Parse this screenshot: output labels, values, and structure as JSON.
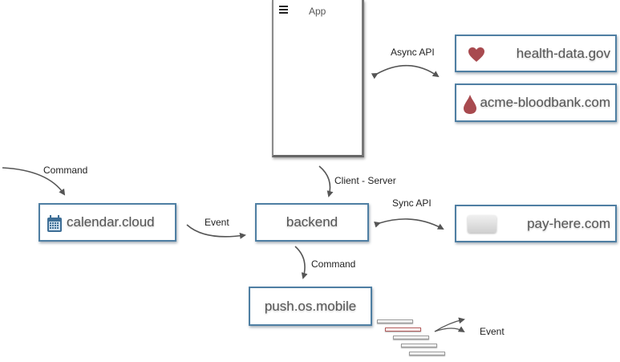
{
  "app": {
    "title": "App",
    "menu_icon": "hamburger-menu-icon"
  },
  "nodes": {
    "health": {
      "label": "health-data.gov",
      "icon": "heart-icon",
      "icon_color": "#a84a4f"
    },
    "bloodbank": {
      "label": "acme-bloodbank.com",
      "icon": "blood-drop-icon",
      "icon_color": "#a84a4f"
    },
    "calendar": {
      "label": "calendar.cloud",
      "icon": "calendar-icon",
      "icon_color": "#3d6e96"
    },
    "backend": {
      "label": "backend"
    },
    "payhere": {
      "label": "pay-here.com",
      "icon": "credit-card-icon"
    },
    "push": {
      "label": "push.os.mobile"
    }
  },
  "edges": {
    "async_api": "Async API",
    "client_server": "Client - Server",
    "sync_api": "Sync API",
    "command_in": "Command",
    "event_calendar": "Event",
    "command_push": "Command",
    "event_out": "Event"
  },
  "colors": {
    "border": "#4f7fa3",
    "arrow": "#555555",
    "queue_highlight": "#b35a5a"
  }
}
